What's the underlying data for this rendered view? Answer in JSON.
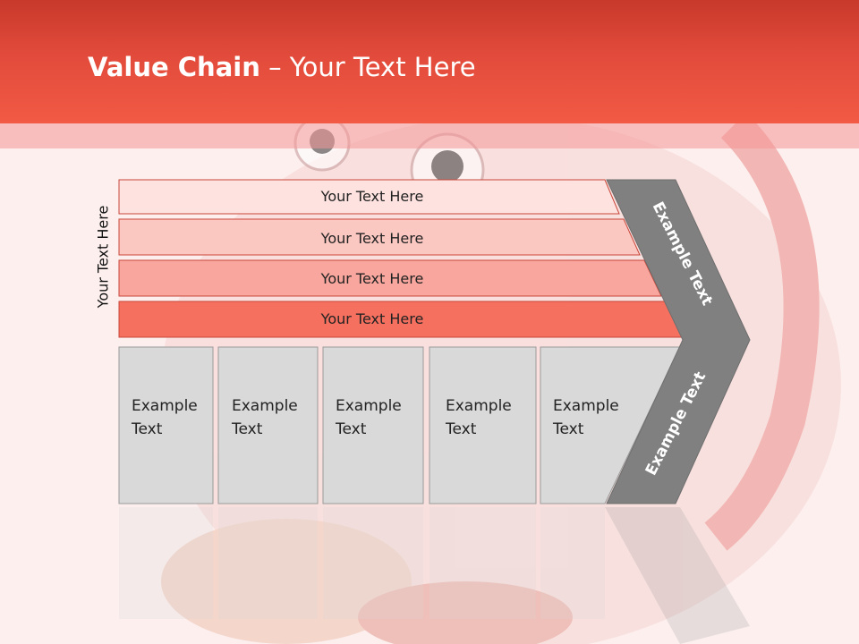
{
  "slide": {
    "title_bold": "Value Chain",
    "title_rest": " – Your Text Here",
    "side_label": "Your Text Here"
  },
  "colors": {
    "header_top": "#c8392b",
    "header_bottom": "#f25a45",
    "bar_1": "#fde2df",
    "bar_2": "#fbc7c1",
    "bar_3": "#f9a79e",
    "bar_4": "#f5705f",
    "box_fill": "#d9d9d9",
    "chevron": "#808080"
  },
  "bars": [
    {
      "label": "Your Text Here"
    },
    {
      "label": "Your Text Here"
    },
    {
      "label": "Your Text Here"
    },
    {
      "label": "Your Text Here"
    }
  ],
  "columns": [
    {
      "line1": "Example",
      "line2": "Text"
    },
    {
      "line1": "Example",
      "line2": "Text"
    },
    {
      "line1": "Example",
      "line2": "Text"
    },
    {
      "line1": "Example",
      "line2": "Text"
    },
    {
      "line1": "Example",
      "line2": "Text"
    }
  ],
  "chevron": {
    "upper_label": "Example Text",
    "lower_label": "Example Text"
  }
}
